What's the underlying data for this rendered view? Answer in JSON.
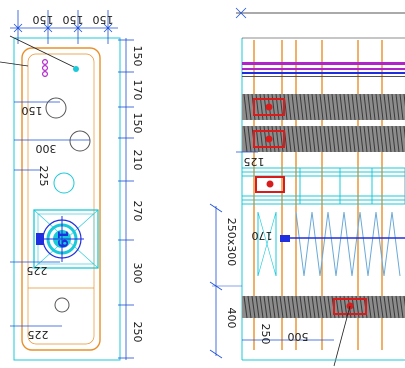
{
  "colors": {
    "dimension_line": "#1d4fd6",
    "outline_orange": "#e8902a",
    "cyan": "#19c9d9",
    "blue": "#1f2fe0",
    "red": "#d81c1c",
    "magenta": "#b025c9",
    "gray_pipe": "#555555",
    "text": "#1e1e1e"
  },
  "left_view": {
    "top_dims": [
      "150",
      "150",
      "150"
    ],
    "right_dims": [
      "150",
      "170",
      "150",
      "210",
      "270",
      "300",
      "250"
    ],
    "inner_labels": [
      "150",
      "300",
      "225",
      "225",
      "225"
    ],
    "circle_marker_text": "19"
  },
  "right_view": {
    "labels": [
      "125",
      "170",
      "250x300",
      "400",
      "250",
      "500"
    ]
  }
}
